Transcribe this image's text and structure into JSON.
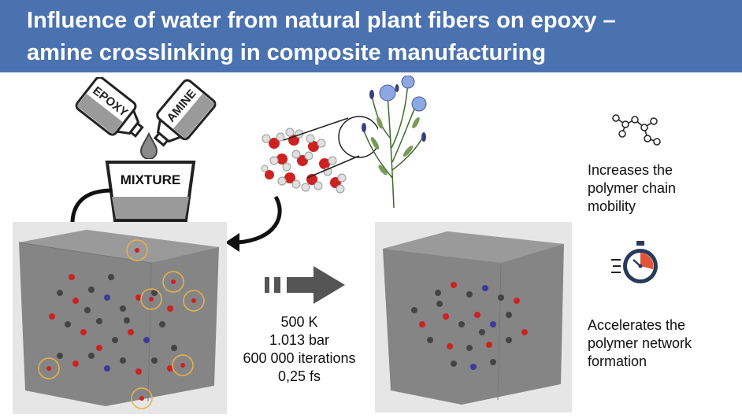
{
  "header": {
    "title_line1": "Influence of water from natural plant fibers on epoxy –",
    "title_line2": "amine crosslinking in composite manufacturing",
    "background": "#4a72b0"
  },
  "bottles": {
    "epoxy_label": "EPOXY",
    "amine_label": "AMINE"
  },
  "mixture": {
    "label": "MIXTURE"
  },
  "conditions": {
    "temperature": "500 K",
    "pressure": "1.013 bar",
    "iterations": "600 000 iterations",
    "timestep": "0,25 fs"
  },
  "effects": {
    "effect1": {
      "line1": "Increases the",
      "line2": "polymer chain",
      "line3": "mobility",
      "icon": "molecule-icon"
    },
    "effect2": {
      "line1": "Accelerates the",
      "line2": "polymer network",
      "line3": "formation",
      "icon": "stopwatch-icon"
    }
  },
  "colors": {
    "accent_blue": "#4a72b0",
    "water_circle": "#e8b24a",
    "arrow_gray": "#555555",
    "oxygen_red": "#cc2222"
  }
}
